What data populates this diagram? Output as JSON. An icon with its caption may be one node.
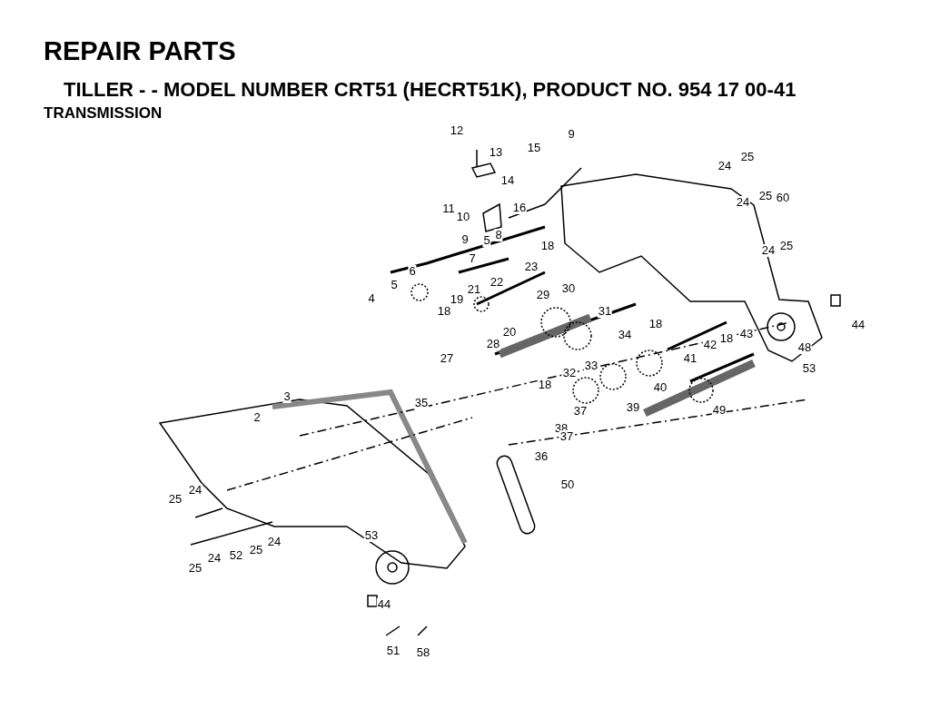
{
  "diagram": {
    "title": "REPAIR PARTS",
    "labels": [
      "TILLER - - MODEL NUMBER CRT51 (HECRT51K), PRODUCT NO. 954 17 00-41",
      "TRANSMISSION",
      "12",
      "9",
      "15",
      "13",
      "25",
      "24",
      "14",
      "25",
      "60",
      "16",
      "11",
      "24",
      "10",
      "9",
      "8",
      "5",
      "25",
      "24",
      "18",
      "7",
      "23",
      "6",
      "5",
      "22",
      "21",
      "30",
      "4",
      "29",
      "19",
      "18",
      "31",
      "18",
      "20",
      "34",
      "44",
      "42",
      "18",
      "43",
      "48",
      "28",
      "27",
      "41",
      "53",
      "33",
      "18",
      "32",
      "40",
      "35",
      "3",
      "2",
      "39",
      "49",
      "37",
      "38",
      "37",
      "36",
      "50",
      "24",
      "25",
      "53",
      "24",
      "25",
      "52",
      "25",
      "24",
      "44",
      "51",
      "58"
    ]
  }
}
